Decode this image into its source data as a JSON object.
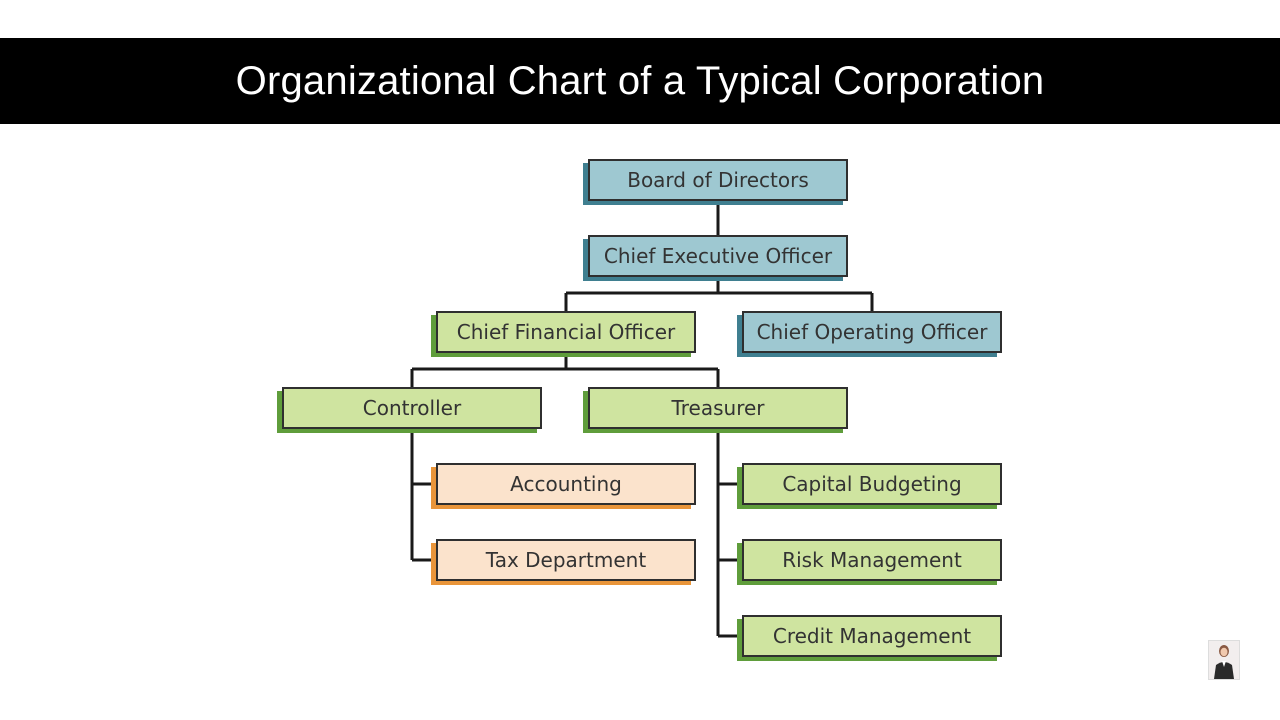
{
  "slide": {
    "title": "Organizational Chart of a Typical Corporation"
  },
  "org_chart": {
    "board": "Board of Directors",
    "ceo": "Chief Executive Officer",
    "cfo": "Chief Financial Officer",
    "coo": "Chief Operating Officer",
    "controller": "Controller",
    "treasurer": "Treasurer",
    "accounting": "Accounting",
    "tax_department": "Tax Department",
    "capital_budgeting": "Capital Budgeting",
    "risk_management": "Risk Management",
    "credit_management": "Credit Management"
  },
  "colors": {
    "executive_box": "#9ec8d1",
    "finance_box": "#cfe4a0",
    "controller_unit_box": "#fbe3cc",
    "title_bar": "#000000"
  },
  "presenter": {
    "icon": "presenter-avatar-icon"
  }
}
